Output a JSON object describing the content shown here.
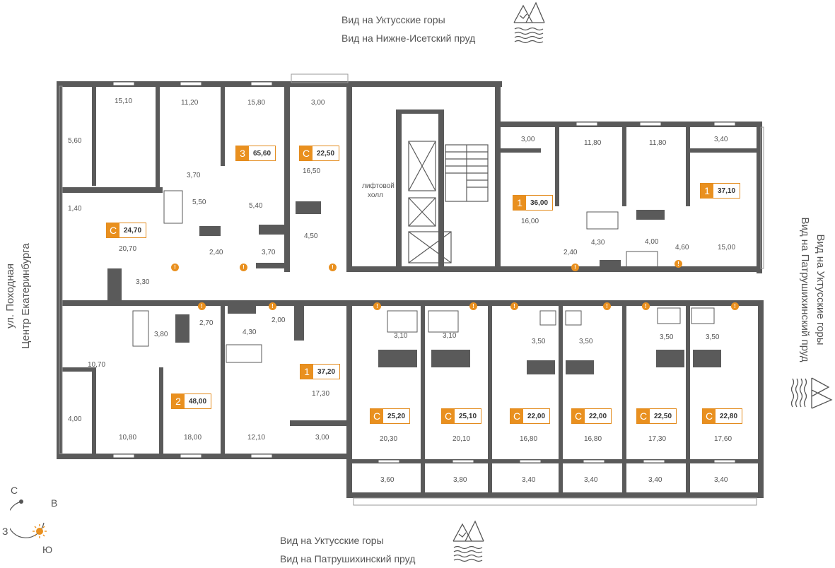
{
  "views": {
    "top": [
      "Вид на Уктусские горы",
      "Вид на Нижне-Исетский пруд"
    ],
    "bottom": [
      "Вид на Уктусские горы",
      "Вид на Патрушихинский пруд"
    ],
    "right": [
      "Вид на Уктусские горы",
      "Вид на Патрушихинский пруд"
    ]
  },
  "street": [
    "ул. Походная",
    "Центр Екатеринбурга"
  ],
  "compass": {
    "n": "С",
    "e": "В",
    "w": "З",
    "s": "Ю"
  },
  "hall": [
    "лифтовой",
    "холл"
  ],
  "flats": [
    {
      "type": "3",
      "area": "65,60"
    },
    {
      "type": "С",
      "area": "22,50"
    },
    {
      "type": "С",
      "area": "24,70"
    },
    {
      "type": "1",
      "area": "36,00"
    },
    {
      "type": "1",
      "area": "37,10"
    },
    {
      "type": "2",
      "area": "48,00"
    },
    {
      "type": "1",
      "area": "37,20"
    },
    {
      "type": "С",
      "area": "25,20"
    },
    {
      "type": "С",
      "area": "25,10"
    },
    {
      "type": "С",
      "area": "22,00"
    },
    {
      "type": "С",
      "area": "22,00"
    },
    {
      "type": "С",
      "area": "22,50"
    },
    {
      "type": "С",
      "area": "22,80"
    }
  ],
  "rooms": [
    "15,10",
    "11,20",
    "15,80",
    "3,00",
    "5,60",
    "3,70",
    "5,50",
    "5,40",
    "16,50",
    "1,40",
    "2,40",
    "3,70",
    "4,50",
    "20,70",
    "3,30",
    "3,00",
    "11,80",
    "11,80",
    "3,40",
    "16,00",
    "2,40",
    "4,30",
    "4,00",
    "4,60",
    "15,00",
    "3,80",
    "2,70",
    "2,00",
    "4,30",
    "10,70",
    "4,00",
    "10,80",
    "18,00",
    "12,10",
    "17,30",
    "3,00",
    "3,10",
    "3,10",
    "3,50",
    "3,50",
    "3,50",
    "3,50",
    "20,30",
    "20,10",
    "16,80",
    "16,80",
    "17,30",
    "17,60",
    "3,60",
    "3,80",
    "3,40",
    "3,40",
    "3,40",
    "3,40"
  ],
  "colors": {
    "wall": "#5a5a5a",
    "accent": "#e9901f",
    "text": "#555555"
  }
}
